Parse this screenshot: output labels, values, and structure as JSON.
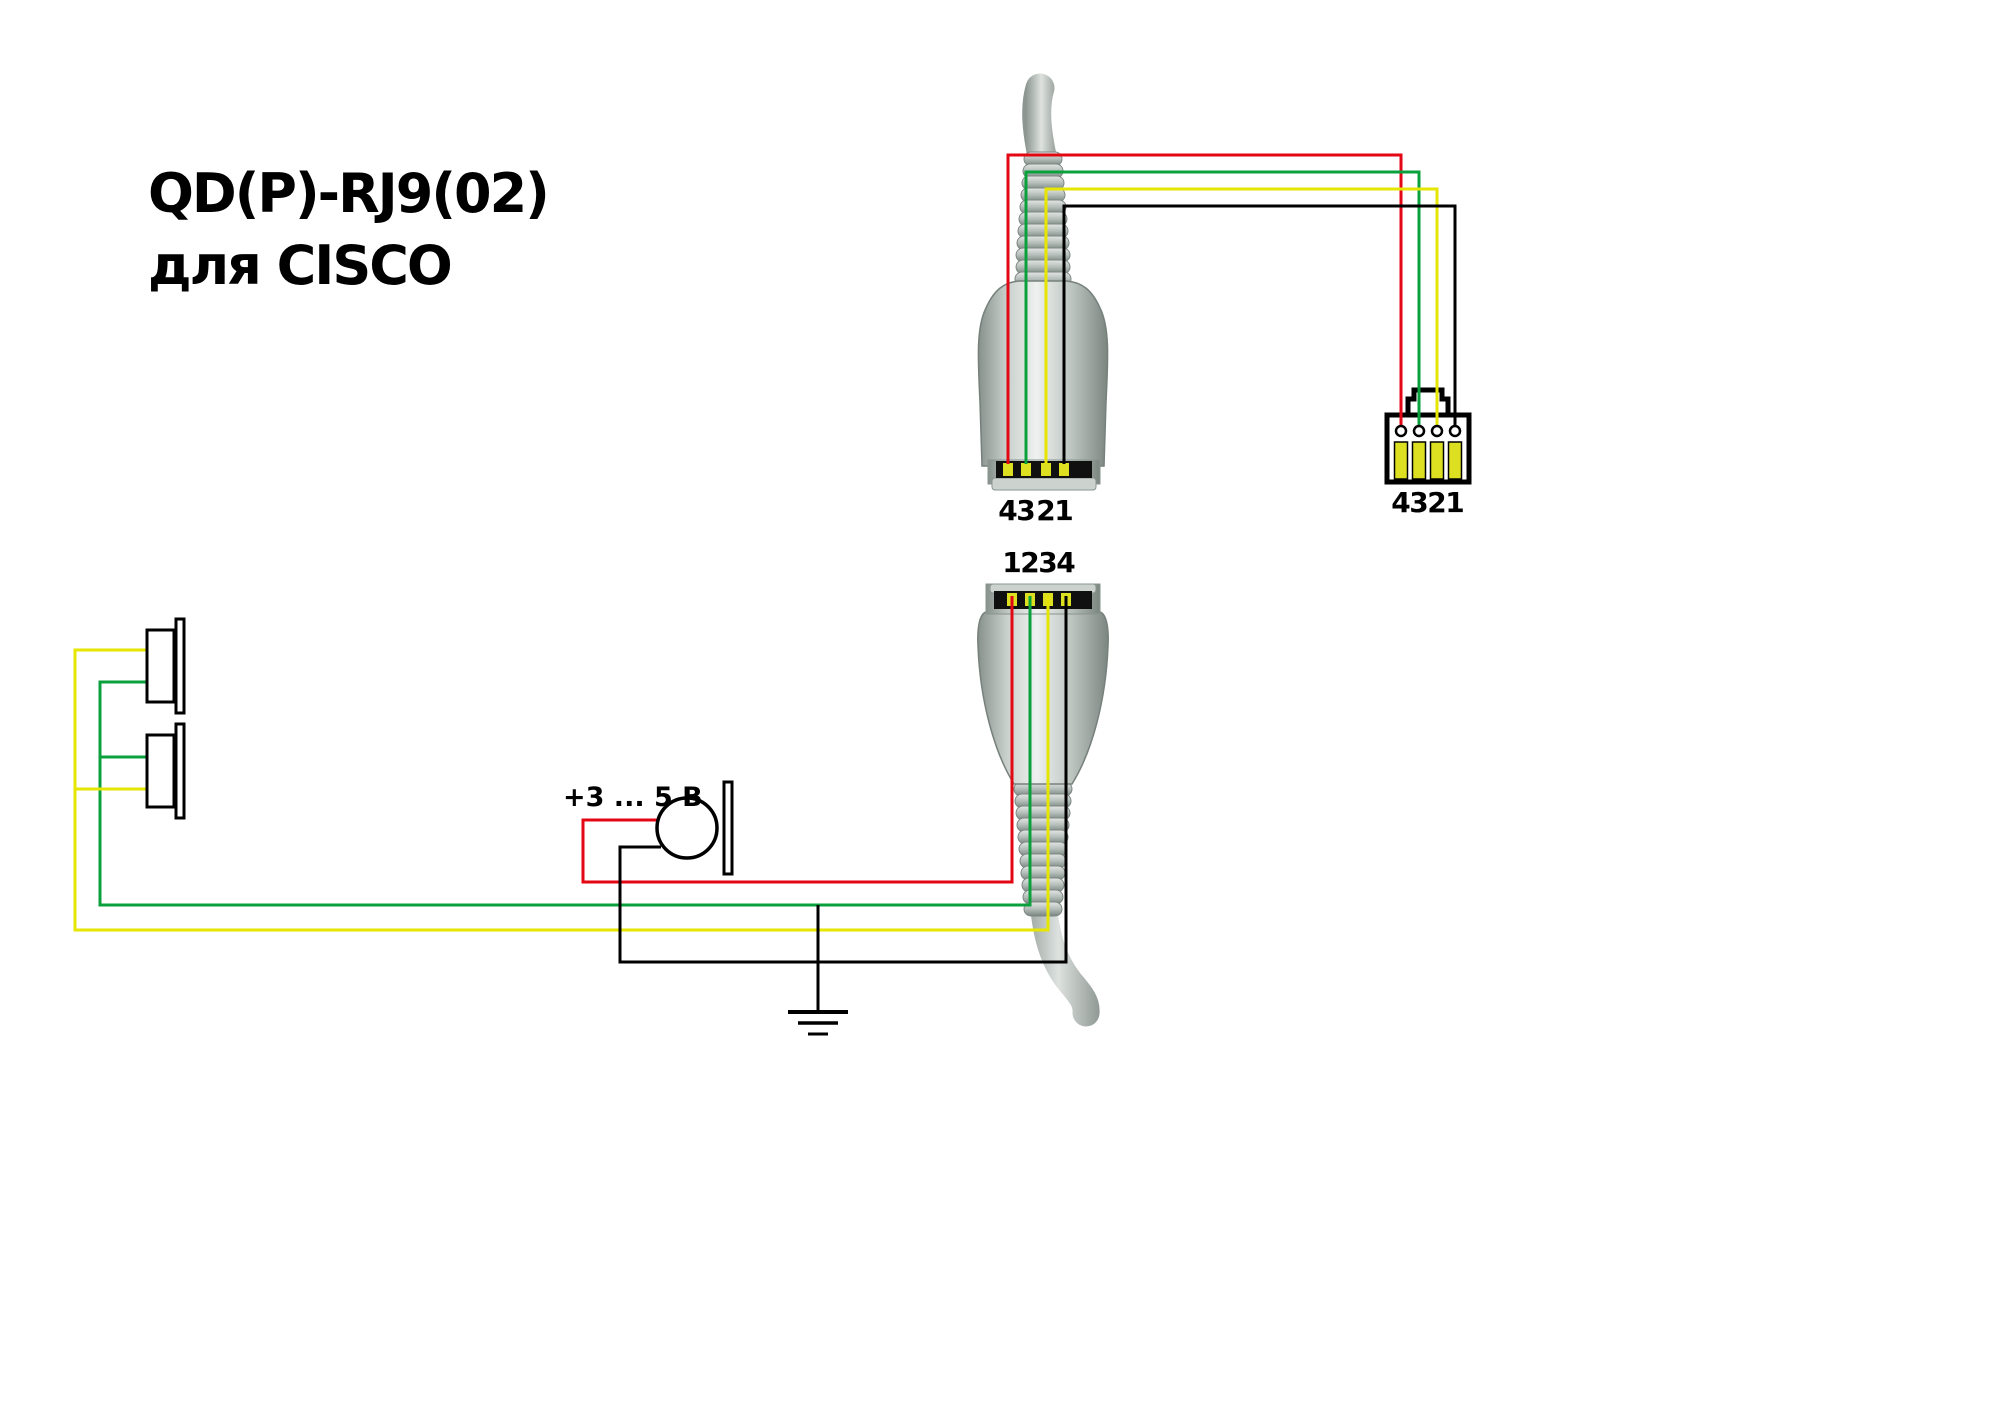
{
  "title": {
    "line1": "QD(P)-RJ9(02)",
    "line2": "для CISCO"
  },
  "colors": {
    "red": "#e30613",
    "green": "#0aa03c",
    "yellow": "#e6e600",
    "black": "#000000",
    "pin_yellow": "#dce021"
  },
  "qd_top": {
    "pins": [
      "4",
      "3",
      "2",
      "1"
    ]
  },
  "rj9": {
    "pins": [
      "4",
      "3",
      "2",
      "1"
    ]
  },
  "qd_bottom": {
    "pins": [
      "1",
      "2",
      "3",
      "4"
    ]
  },
  "mic": {
    "label": "+3 ... 5 В"
  }
}
